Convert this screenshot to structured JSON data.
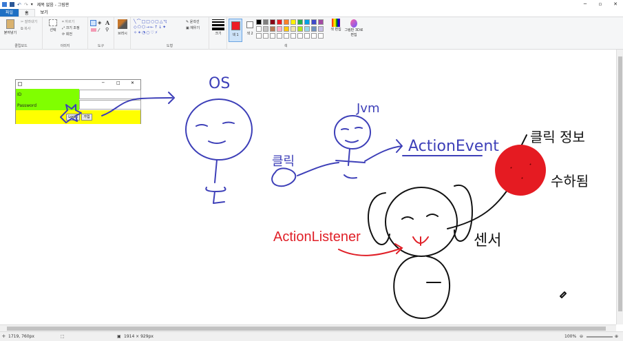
{
  "app": {
    "title": "제목 없음 - 그림판"
  },
  "tabs": [
    "파일",
    "홈",
    "보기"
  ],
  "ribbon": {
    "clipboard": {
      "paste": "붙여넣기",
      "cut": "잘라내기",
      "copy": "복사",
      "label": "클립보드"
    },
    "image": {
      "select": "선택",
      "crop": "자르기",
      "resize": "크기 조정",
      "rotate": "회전",
      "label": "이미지"
    },
    "tools": {
      "label": "도구"
    },
    "brushes": {
      "label": "브러시"
    },
    "shapes": {
      "outline": "윤곽선",
      "fill": "채우기",
      "label": "도형"
    },
    "size": {
      "label": "크기"
    },
    "colors": {
      "color1": "색 1",
      "color2": "색 2",
      "edit": "색 편집",
      "paint3d": "그림판 3D로 편집",
      "label": "색"
    }
  },
  "palette": [
    "#000000",
    "#7f7f7f",
    "#880015",
    "#ed1c24",
    "#ff7f27",
    "#fff200",
    "#22b14c",
    "#00a2e8",
    "#3f48cc",
    "#a349a4",
    "#ffffff",
    "#c3c3c3",
    "#b97a57",
    "#ffaec9",
    "#ffc90e",
    "#efe4b0",
    "#b5e61d",
    "#99d9ea",
    "#7092be",
    "#c8bfe7"
  ],
  "colors": {
    "color1": "#ed1c24",
    "color2": "#ffffff",
    "accent": "#1e6fc3"
  },
  "mini_window": {
    "id_label": "ID",
    "password_label": "Password",
    "login_button": "Login",
    "join_button": "가입"
  },
  "drawing": {
    "os": "OS",
    "jvm": "Jvm",
    "click": "클릭",
    "action_event": "ActionEvent",
    "action_listener": "ActionListener",
    "click_info": "클릭 정보",
    "contains": "수하됨",
    "sensor": "센서"
  },
  "status": {
    "cursor": "1719, 760px",
    "selection": "",
    "canvas_size": "1914 × 929px",
    "zoom": "100%"
  }
}
